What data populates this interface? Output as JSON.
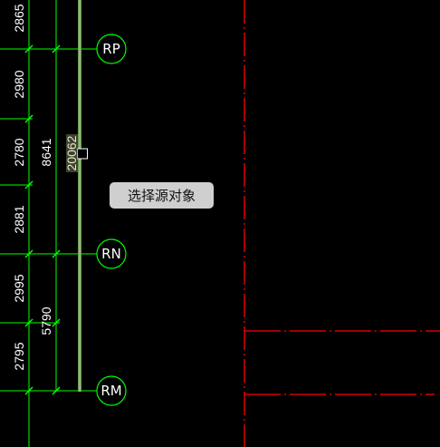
{
  "drawing": {
    "dimensions_outer": [
      "2865",
      "2980",
      "2780",
      "2881",
      "2995",
      "2795"
    ],
    "dimensions_middle": [
      "8641",
      "5790"
    ],
    "dimension_selected": "20062",
    "axis_labels": [
      "RP",
      "RN",
      "RM"
    ]
  },
  "tooltip": {
    "text": "选择源对象"
  },
  "colors": {
    "background": "#000000",
    "dimension_line": "#00ff00",
    "grid_line": "#ff0000",
    "selected_line": "#6f9a52",
    "tooltip_bg": "#cfcfcf"
  }
}
